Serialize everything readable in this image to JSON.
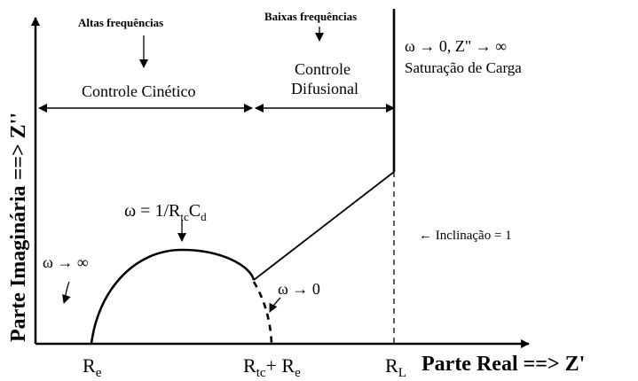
{
  "labels": {
    "high_freq": "Altas frequências",
    "low_freq": "Baixas frequências",
    "kinetic_control": "Controle Cinético",
    "diffusion_control_line1": "Controle",
    "diffusion_control_line2": "Difusional",
    "saturation_condition": "ω → 0,  Z\" → ∞",
    "saturation_label": "Saturação de Carga",
    "omega_peak_prefix": "ω = 1/R",
    "omega_peak_sub1": "tc",
    "omega_peak_mid": "C",
    "omega_peak_sub2": "d",
    "omega_infinity": "ω → ∞",
    "omega_zero": "ω → 0",
    "slope_label": "← Inclinação = 1",
    "y_axis_title": "Parte Imaginária ==> Z''",
    "x_axis_title": "Parte Real ==> Z'",
    "re_main": "R",
    "re_sub": "e",
    "rtc_main": "R",
    "rtc_sub": "tc",
    "rtc_plus": "+ R",
    "rtc_sub2": "e",
    "rl_main": "R",
    "rl_sub": "L"
  },
  "colors": {
    "ink": "#000000",
    "background": "#ffffff"
  }
}
